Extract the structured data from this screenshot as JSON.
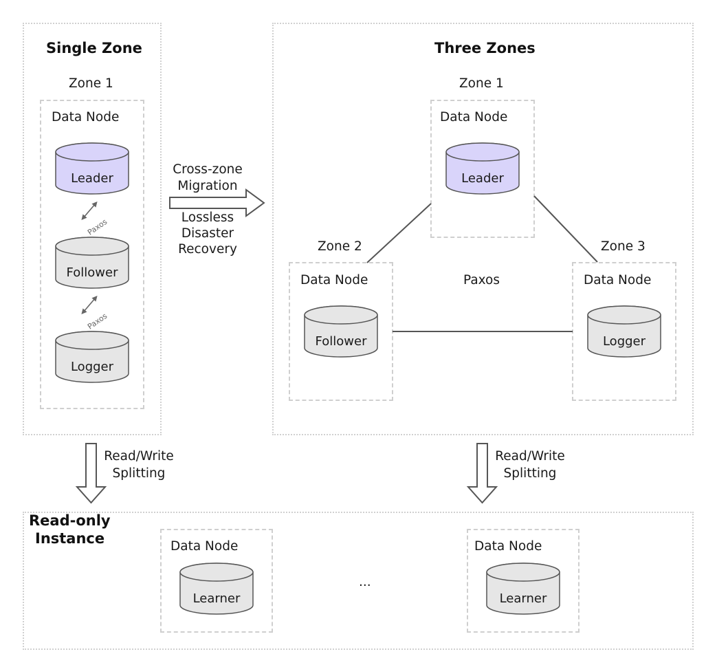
{
  "single_zone": {
    "title": "Single Zone",
    "zone_label": "Zone 1",
    "node_label": "Data Node",
    "leader": "Leader",
    "follower": "Follower",
    "logger": "Logger",
    "paxos_1": "Paxos",
    "paxos_2": "Paxos"
  },
  "transition": {
    "line1": "Cross-zone",
    "line2": "Migration",
    "line3": "Lossless",
    "line4": "Disaster",
    "line5": "Recovery"
  },
  "three_zones": {
    "title": "Three Zones",
    "zone1_label": "Zone 1",
    "zone2_label": "Zone 2",
    "zone3_label": "Zone 3",
    "node1_label": "Data Node",
    "node2_label": "Data Node",
    "node3_label": "Data Node",
    "leader": "Leader",
    "follower": "Follower",
    "logger": "Logger",
    "paxos": "Paxos"
  },
  "splitting": {
    "left_line1": "Read/Write",
    "left_line2": "Splitting",
    "right_line1": "Read/Write",
    "right_line2": "Splitting"
  },
  "read_only": {
    "title_line1": "Read-only",
    "title_line2": "Instance",
    "node1_label": "Data Node",
    "node2_label": "Data Node",
    "learner1": "Learner",
    "learner2": "Learner",
    "ellipsis": "..."
  },
  "colors": {
    "leader_fill": "#d9d4fa",
    "replica_fill": "#e6e6e6",
    "border": "#cfcfcf",
    "line": "#555555"
  }
}
